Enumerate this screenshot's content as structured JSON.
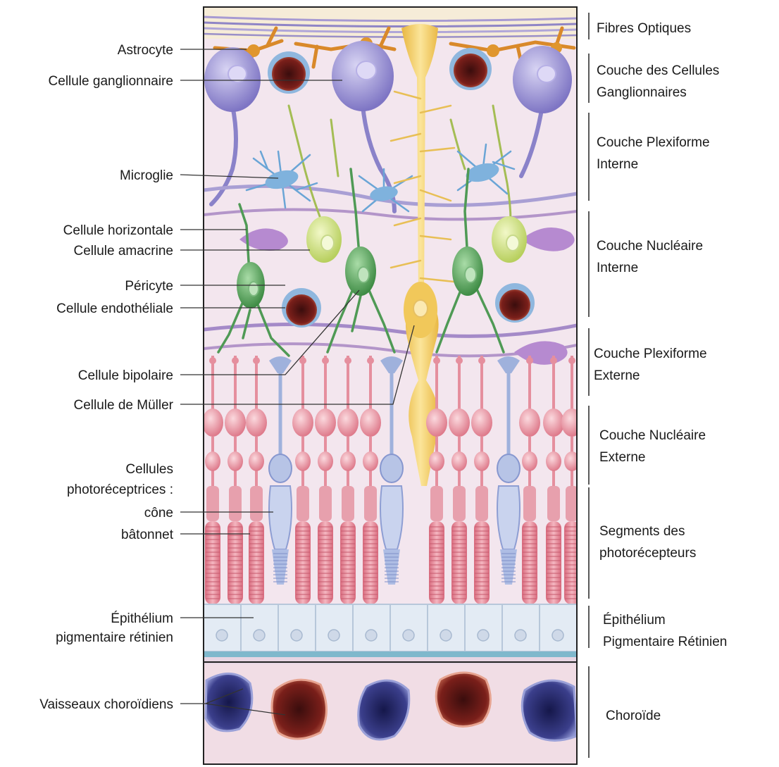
{
  "left_labels": [
    {
      "id": "astrocyte",
      "lines": [
        "Astrocyte"
      ]
    },
    {
      "id": "ganglion",
      "lines": [
        "Cellule ganglionnaire"
      ]
    },
    {
      "id": "microglia",
      "lines": [
        "Microglie"
      ]
    },
    {
      "id": "horizontal",
      "lines": [
        "Cellule horizontale"
      ]
    },
    {
      "id": "amacrine",
      "lines": [
        "Cellule amacrine"
      ]
    },
    {
      "id": "pericyte",
      "lines": [
        "Péricyte"
      ]
    },
    {
      "id": "endothelial",
      "lines": [
        "Cellule endothéliale"
      ]
    },
    {
      "id": "bipolar",
      "lines": [
        "Cellule bipolaire"
      ]
    },
    {
      "id": "muller",
      "lines": [
        "Cellule de Müller"
      ]
    },
    {
      "id": "photoreceptors",
      "lines": [
        "Cellules",
        "photoréceptrices :"
      ]
    },
    {
      "id": "cone",
      "lines": [
        "cône"
      ]
    },
    {
      "id": "rod",
      "lines": [
        "bâtonnet"
      ]
    },
    {
      "id": "rpe",
      "lines": [
        "Épithélium",
        "pigmentaire rétinien"
      ]
    },
    {
      "id": "choroid-vessels",
      "lines": [
        "Vaisseaux choroïdiens"
      ]
    }
  ],
  "layers": [
    {
      "id": "optic-fibers",
      "lines": [
        "Fibres Optiques"
      ]
    },
    {
      "id": "ganglion-cell-layer",
      "lines": [
        "Couche des Cellules",
        "Ganglionnaires"
      ]
    },
    {
      "id": "inner-plexiform",
      "lines": [
        "Couche Plexiforme",
        "Interne"
      ]
    },
    {
      "id": "inner-nuclear",
      "lines": [
        "Couche Nucléaire",
        "Interne"
      ]
    },
    {
      "id": "outer-plexiform",
      "lines": [
        "Couche Plexiforme",
        "Externe"
      ]
    },
    {
      "id": "outer-nuclear",
      "lines": [
        "Couche Nucléaire",
        "Externe"
      ]
    },
    {
      "id": "photoreceptor-segments",
      "lines": [
        "Segments des",
        "photorécepteurs"
      ]
    },
    {
      "id": "rpe-layer",
      "lines": [
        "Épithélium",
        "Pigmentaire Rétinien"
      ]
    },
    {
      "id": "choroid",
      "lines": [
        "Choroïde"
      ]
    }
  ],
  "colors": {
    "background": "#f3e6ee",
    "optic_fiber": "#9a8fc8",
    "astrocyte": "#e0962e",
    "ganglion": "#8f87cf",
    "muller": "#f0cd5a",
    "microglia": "#7fb2dd",
    "bipolar": "#4f9a55",
    "amacrine": "#c9de7c",
    "horizontal": "#b68ad0",
    "rod": "#e58f9e",
    "cone": "#9fb1dc",
    "rpe": "#dfe8f2",
    "bruch": "#7fb8cc",
    "vessel_red": "#b24a3a",
    "vessel_blue": "#4a4f98"
  }
}
